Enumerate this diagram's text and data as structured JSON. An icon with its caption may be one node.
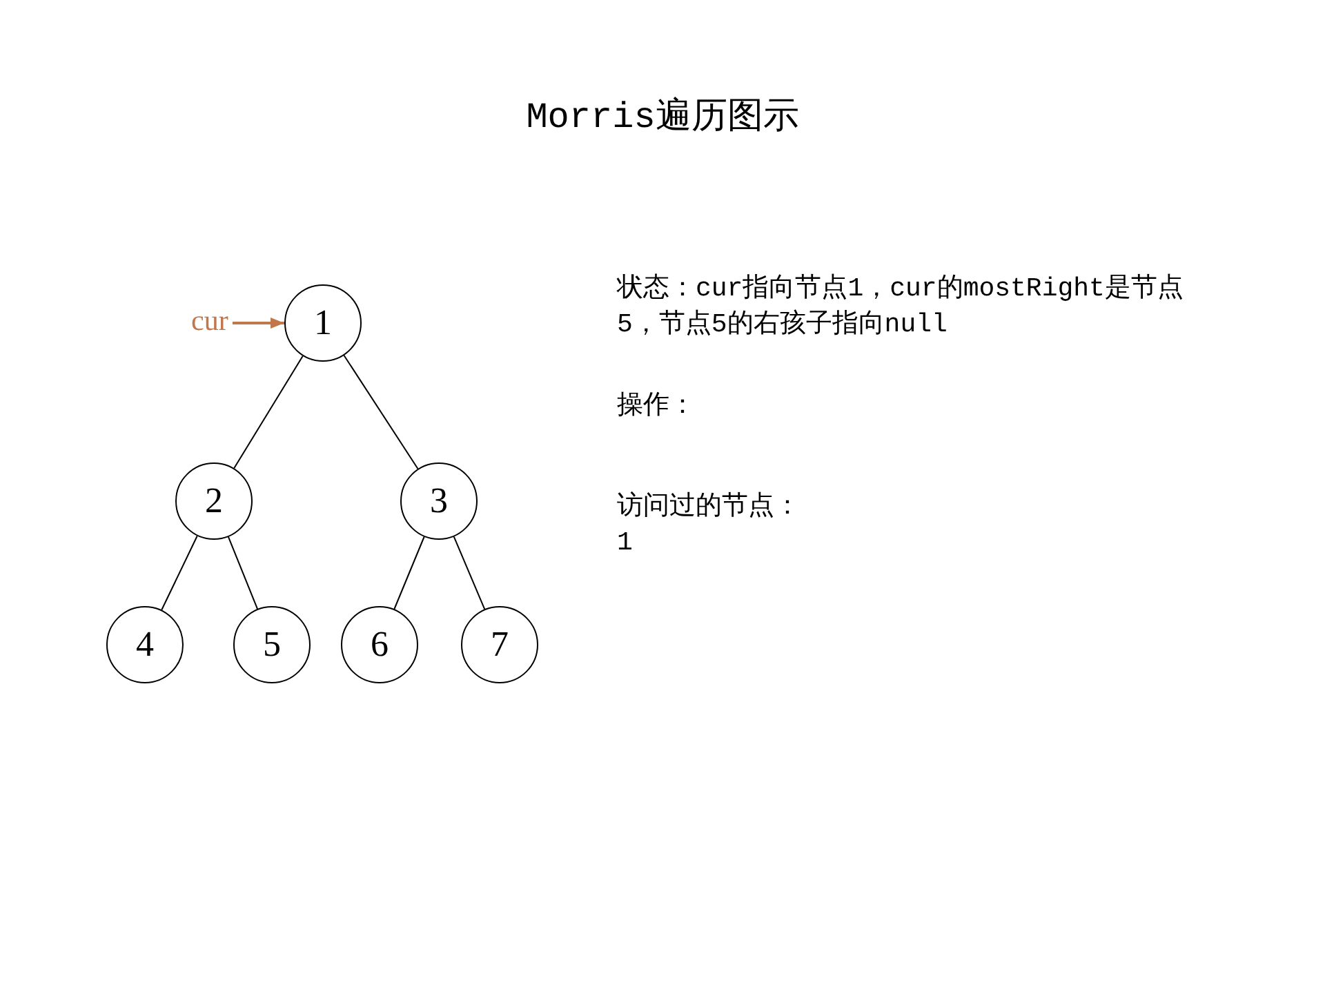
{
  "diagram": {
    "title": "Morris遍历图示",
    "nodes": [
      {
        "text": [
          "1"
        ]
      },
      {
        "text": [
          "2"
        ]
      },
      {
        "text": [
          "3"
        ]
      },
      {
        "text": [
          "4"
        ]
      },
      {
        "text": [
          "5"
        ]
      },
      {
        "text": [
          "6"
        ]
      },
      {
        "text": [
          "7"
        ]
      },
      {
        "text": [
          "cur"
        ]
      }
    ],
    "edges": [
      {
        "from": 0,
        "to": 1,
        "arrow": "none"
      },
      {
        "from": 0,
        "to": 2,
        "arrow": "none"
      },
      {
        "from": 1,
        "to": 3,
        "arrow": "none"
      },
      {
        "from": 1,
        "to": 4,
        "arrow": "none"
      },
      {
        "from": 2,
        "to": 5,
        "arrow": "none"
      },
      {
        "from": 2,
        "to": 6,
        "arrow": "none"
      },
      {
        "from": 7,
        "to": 0,
        "arrow": "to",
        "color": "#c0784a"
      }
    ],
    "labels": [
      "状态：cur指向节点1，cur的mostRight是节点5，节点5的右孩子指向null",
      "操作：",
      "访问过的节点：",
      "1"
    ]
  }
}
